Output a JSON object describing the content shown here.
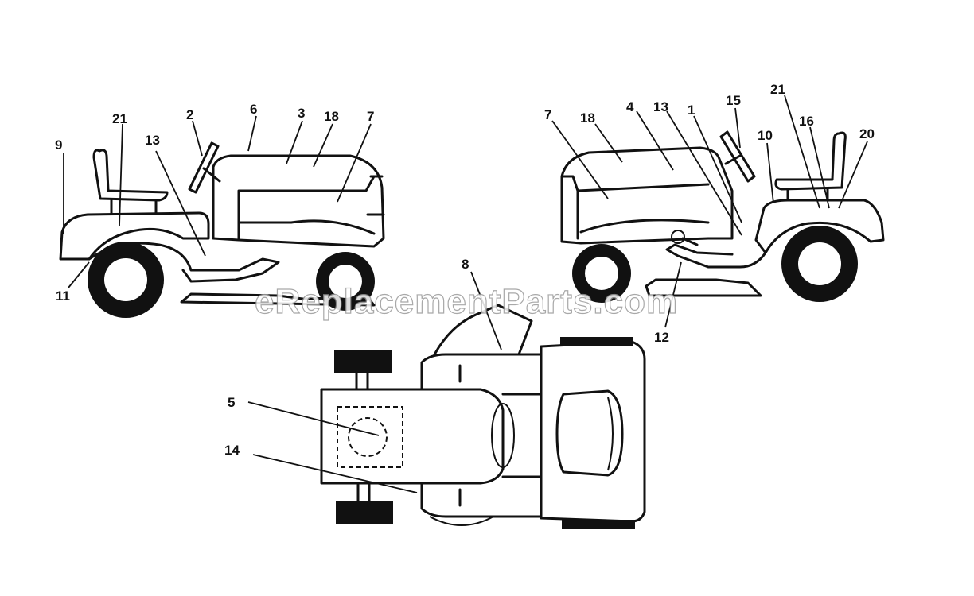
{
  "watermark": "eReplacementParts.com",
  "left_view": {
    "callouts": [
      "9",
      "21",
      "13",
      "2",
      "6",
      "3",
      "18",
      "7",
      "11"
    ]
  },
  "right_view": {
    "callouts": [
      "7",
      "18",
      "4",
      "13",
      "1",
      "15",
      "21",
      "16",
      "20",
      "10",
      "12"
    ]
  },
  "top_view": {
    "callouts": [
      "8",
      "5",
      "14"
    ]
  }
}
